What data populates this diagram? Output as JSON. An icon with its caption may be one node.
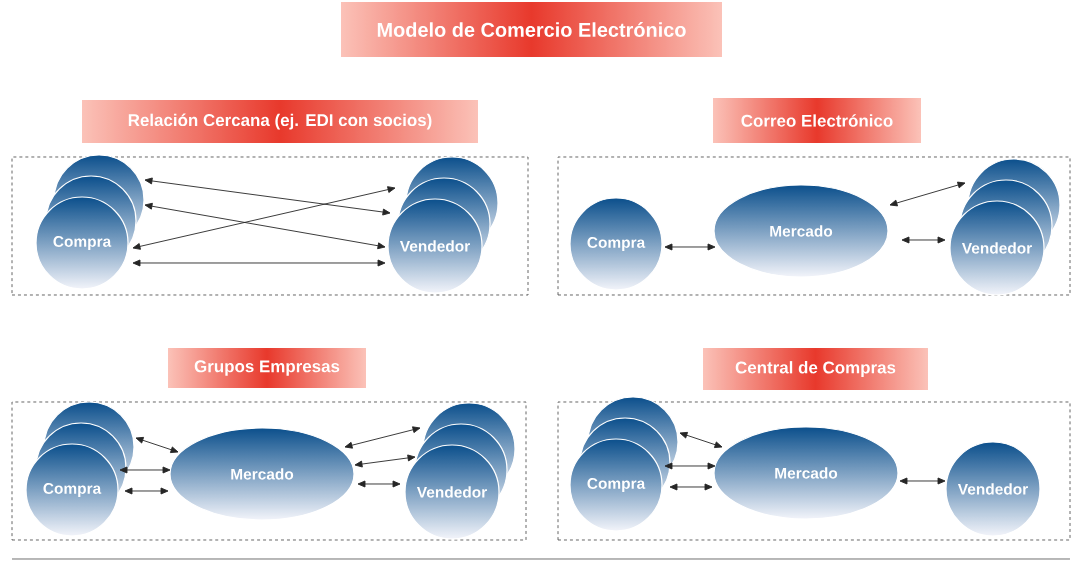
{
  "diagram": {
    "title": "Modelo de Comercio Electrónico",
    "nodes": [
      {
        "text": [
          "Relación Cercana (ej. EDI con socios)"
        ]
      },
      {
        "text": [
          "Compra"
        ],
        "in": 0
      },
      {
        "text": [
          "Vendedor"
        ],
        "in": 0
      },
      {
        "text": [
          "Correo Electrónico"
        ]
      },
      {
        "text": [
          "Compra"
        ],
        "in": 3
      },
      {
        "text": [
          "Mercado"
        ],
        "in": 3
      },
      {
        "text": [
          "Vendedor"
        ],
        "in": 3
      },
      {
        "text": [
          "Grupos Empresas"
        ]
      },
      {
        "text": [
          "Compra"
        ],
        "in": 7
      },
      {
        "text": [
          "Mercado"
        ],
        "in": 7
      },
      {
        "text": [
          "Vendedor"
        ],
        "in": 7
      },
      {
        "text": [
          "Central de Compras"
        ]
      },
      {
        "text": [
          "Compra"
        ],
        "in": 11
      },
      {
        "text": [
          "Mercado"
        ],
        "in": 11
      },
      {
        "text": [
          "Vendedor"
        ],
        "in": 11
      }
    ],
    "edges": [
      {
        "from": 1,
        "to": 2,
        "arrow": "both"
      },
      {
        "from": 1,
        "to": 2,
        "arrow": "both"
      },
      {
        "from": 1,
        "to": 2,
        "arrow": "both"
      },
      {
        "from": 1,
        "to": 2,
        "arrow": "both"
      },
      {
        "from": 4,
        "to": 5,
        "arrow": "both"
      },
      {
        "from": 5,
        "to": 6,
        "arrow": "both"
      },
      {
        "from": 5,
        "to": 6,
        "arrow": "both"
      },
      {
        "from": 8,
        "to": 9,
        "arrow": "both"
      },
      {
        "from": 8,
        "to": 9,
        "arrow": "both"
      },
      {
        "from": 8,
        "to": 9,
        "arrow": "both"
      },
      {
        "from": 9,
        "to": 10,
        "arrow": "both"
      },
      {
        "from": 9,
        "to": 10,
        "arrow": "both"
      },
      {
        "from": 9,
        "to": 10,
        "arrow": "both"
      },
      {
        "from": 12,
        "to": 13,
        "arrow": "both"
      },
      {
        "from": 12,
        "to": 13,
        "arrow": "both"
      },
      {
        "from": 12,
        "to": 13,
        "arrow": "both"
      },
      {
        "from": 13,
        "to": 14,
        "arrow": "both"
      }
    ]
  }
}
